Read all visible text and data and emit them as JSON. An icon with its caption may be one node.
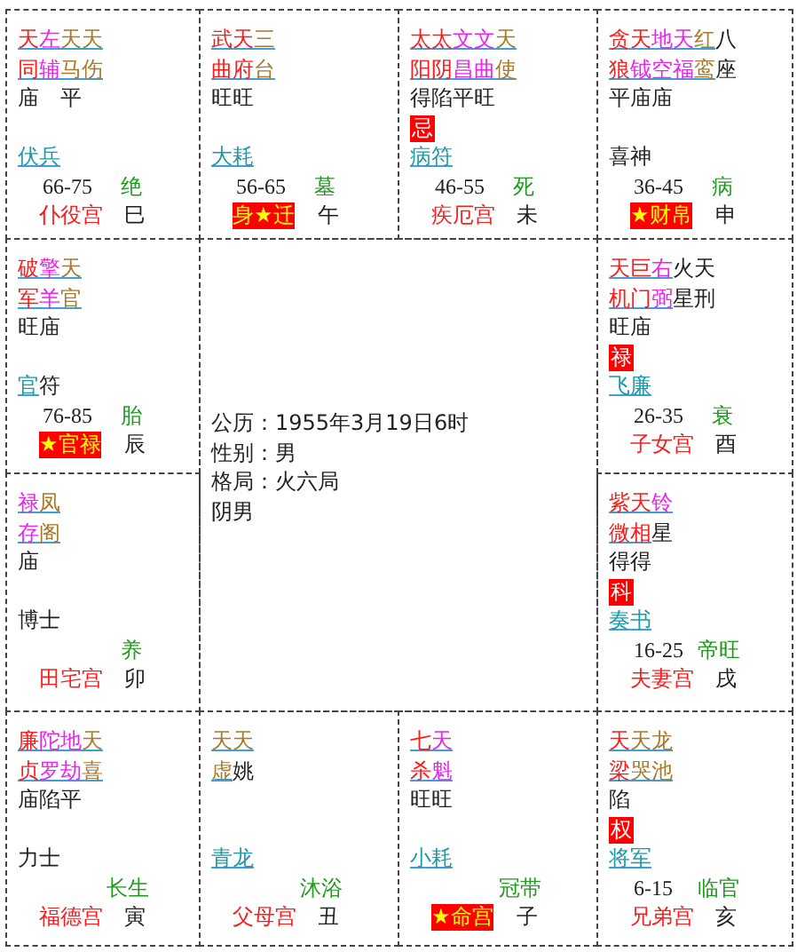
{
  "diagram": {
    "nodes": [
      {
        "text": [
          "天左天天",
          "同辅马伤",
          "庙　平",
          "伏兵",
          "66-75",
          "绝",
          "仆役宫",
          "巳"
        ]
      },
      {
        "text": [
          "武天三",
          "曲府台",
          "旺旺",
          "大耗",
          "56-65",
          "墓",
          "身★迁",
          "午"
        ]
      },
      {
        "text": [
          "太太文文天",
          "阳阴昌曲使",
          "得陷平旺",
          "忌",
          "病符",
          "46-55",
          "死",
          "疾厄宫",
          "未"
        ]
      },
      {
        "text": [
          "贪天地天红八",
          "狼钺空福鸾座",
          "平庙庙",
          "喜神",
          "36-45",
          "病",
          "★财帛",
          "申"
        ]
      },
      {
        "text": [
          "破擎天",
          "军羊官",
          "旺庙",
          "官符",
          "76-85",
          "胎",
          "★官禄",
          "辰"
        ]
      },
      {
        "text": [
          "天巨右火天",
          "机门弼星刑",
          "旺庙",
          "禄",
          "飞廉",
          "26-35",
          "衰",
          "子女宫",
          "酉"
        ]
      },
      {
        "text": [
          "禄凤",
          "存阁",
          "庙",
          "博士",
          "养",
          "田宅宫",
          "卯"
        ]
      },
      {
        "text": [
          "紫天铃",
          "微相星",
          "得得",
          "科",
          "奏书",
          "16-25",
          "帝旺",
          "夫妻宫",
          "戌"
        ]
      },
      {
        "text": [
          "廉陀地天",
          "贞罗劫喜",
          "庙陷平",
          "力士",
          "长生",
          "福德宫",
          "寅"
        ]
      },
      {
        "text": [
          "天天",
          "虚姚",
          "青龙",
          "沐浴",
          "父母宫",
          "丑"
        ]
      },
      {
        "text": [
          "七天",
          "杀魁",
          "旺旺",
          "小耗",
          "冠带",
          "★命宫",
          "子"
        ]
      },
      {
        "text": [
          "天天龙",
          "梁哭池",
          "陷",
          "权",
          "将军",
          "6-15",
          "临官",
          "兄弟宫",
          "亥"
        ]
      },
      {
        "text": [
          "公历：1955年3月19日6时",
          "性别：男",
          "格局：火六局",
          "阴男"
        ]
      }
    ]
  }
}
